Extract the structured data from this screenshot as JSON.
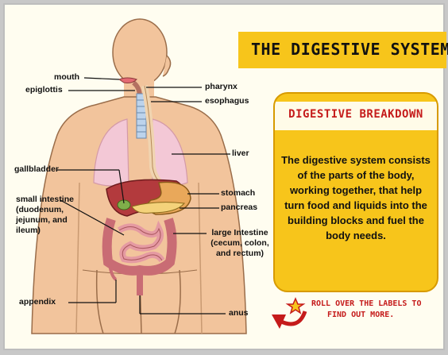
{
  "title": "THE DIGESTIVE SYSTEM",
  "panel": {
    "title": "DIGESTIVE BREAKDOWN",
    "body": "The digestive system consists of the parts of the body, working together, that help turn food and liquids into the building blocks and fuel the body needs."
  },
  "roll_note": {
    "line1": "ROLL OVER THE LABELS TO",
    "line2": "FIND OUT MORE."
  },
  "labels": {
    "mouth": "mouth",
    "epiglottis": "epiglottis",
    "pharynx": "pharynx",
    "esophagus": "esophagus",
    "liver": "liver",
    "gallbladder": "gallbladder",
    "stomach": "stomach",
    "pancreas": "pancreas",
    "small_intestine": "small intestine (duodenum, jejunum, and ileum)",
    "large_intestine": "large Intestine (cecum, colon, and rectum)",
    "appendix": "appendix",
    "anus": "anus"
  },
  "colors": {
    "title_bar": "#f7c51b",
    "panel_bg": "#f7c51b",
    "panel_title": "#c51b1b",
    "skin": "#f2c49c",
    "liver": "#b33a3d",
    "stomach": "#e9a85a",
    "intestine": "#d9888e"
  },
  "icons": {
    "star": "star-icon",
    "arrow": "curved-arrow-icon"
  }
}
